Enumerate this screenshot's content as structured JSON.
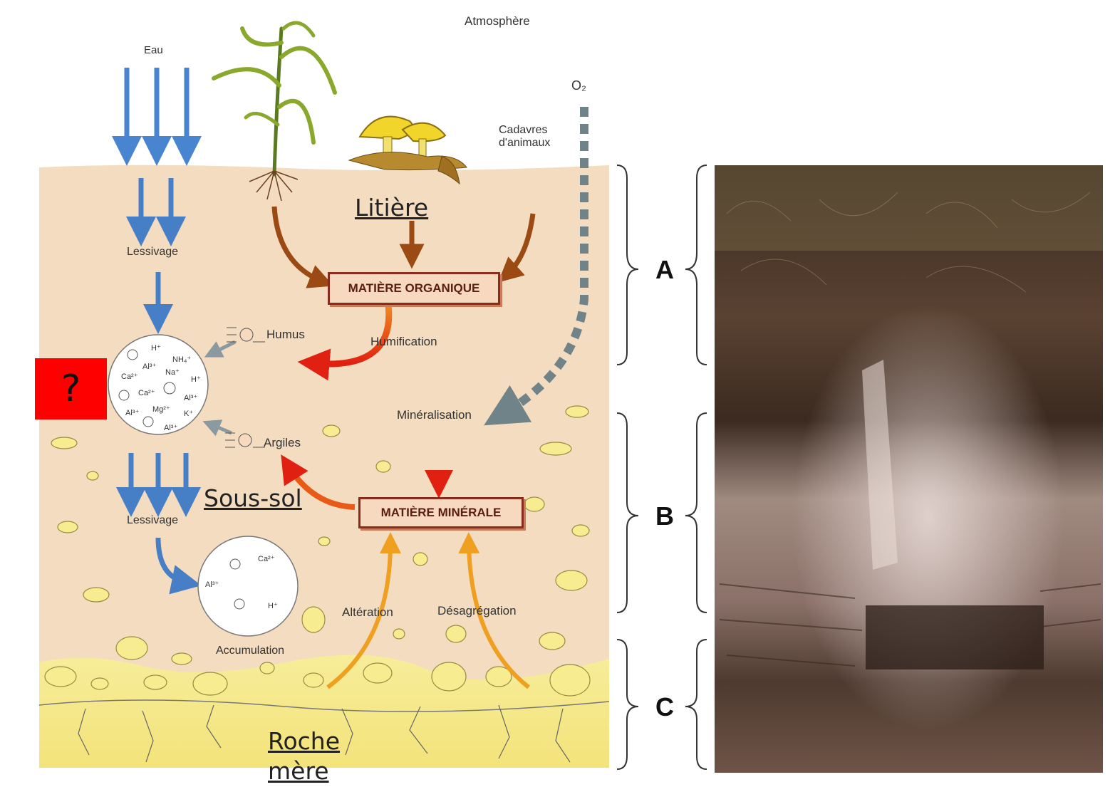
{
  "labels": {
    "atmosphere": "Atmosphère",
    "eau": "Eau",
    "o2": "O₂",
    "cadavres": "Cadavres\nd'animaux",
    "litiere": "Litière",
    "lessivage_top": "Lessivage",
    "matiere_organique": "MATIÈRE ORGANIQUE",
    "humus": "Humus",
    "humification": "Humification",
    "mineralisation": "Minéralisation",
    "argiles": "Argiles",
    "sous_sol": "Sous-sol",
    "lessivage_bottom": "Lessivage",
    "matiere_minerale": "MATIÈRE MINÉRALE",
    "alteration": "Altération",
    "desagregation": "Désagrégation",
    "accumulation": "Accumulation",
    "roche_mere": "Roche\nmère",
    "question_mark": "?"
  },
  "horizons": [
    "A",
    "B",
    "C"
  ],
  "complex_ions": [
    "H⁺",
    "NH₄⁺",
    "Al³⁺",
    "Na⁺",
    "Ca²⁺",
    "H⁺",
    "Ca²⁺",
    "Al³⁺",
    "Al³⁺",
    "Mg²⁺",
    "K⁺",
    "Al³⁺"
  ],
  "accumulation_ions": [
    "Ca²⁺",
    "Al³⁺",
    "H⁺"
  ],
  "colors": {
    "soil": "#f4dcc0",
    "rock": "#f7ed9a",
    "water_arrow": "#2a6fc9",
    "organic_arrow": "#9a4a12",
    "red_arrow": "#e02010",
    "orange_arrow": "#f0a020",
    "oxygen": "#6f8388",
    "question_bg": "#ff0000"
  }
}
